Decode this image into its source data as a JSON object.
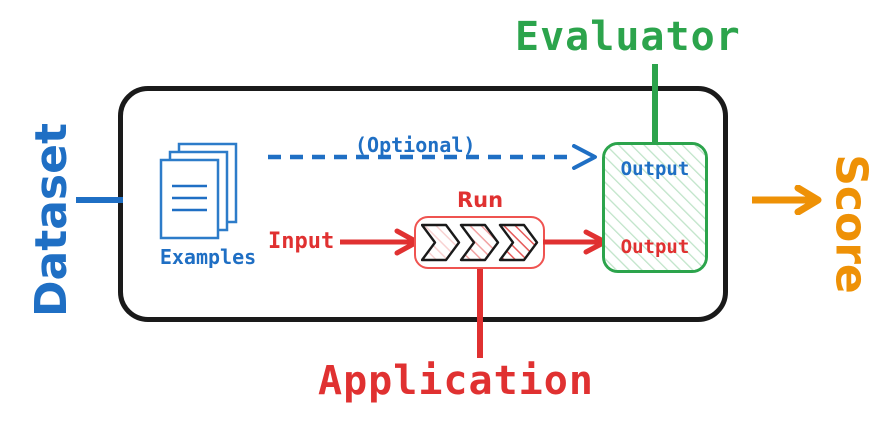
{
  "diagram": {
    "title": "Evaluation pipeline diagram",
    "labels": {
      "dataset": "Dataset",
      "evaluator": "Evaluator",
      "application": "Application",
      "score": "Score",
      "examples": "Examples",
      "optional": "(Optional)",
      "input": "Input",
      "run": "Run",
      "output_top": "Output",
      "output_bottom": "Output"
    },
    "colors": {
      "dataset_blue": "#1f6fc4",
      "evaluator_green": "#2ca44c",
      "application_red": "#e03131",
      "score_orange": "#ee9106",
      "container_black": "#1a1a1a",
      "run_box_red": "#ef5350"
    },
    "icons": {
      "examples": "documents-stack-icon",
      "run": "chevron-pipeline-icon",
      "optional_arrow": "dashed-arrow-icon",
      "input_arrow": "arrow-right-icon",
      "score_arrow": "arrow-right-icon"
    },
    "chevrons": [
      {
        "name": "chevron-1",
        "hatch_opacity": 0.22
      },
      {
        "name": "chevron-2",
        "hatch_opacity": 0.45
      },
      {
        "name": "chevron-3",
        "hatch_opacity": 0.8
      }
    ]
  }
}
